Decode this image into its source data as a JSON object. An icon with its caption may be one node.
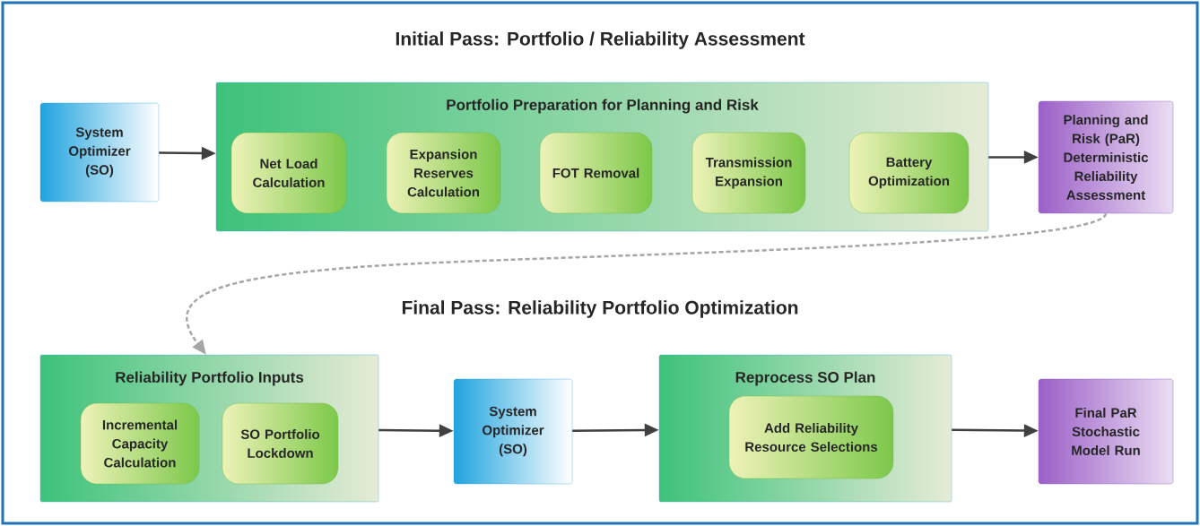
{
  "diagram": {
    "title": "Initial Pass: Portfolio / Reliability Assessment",
    "nodes": [
      {
        "text": [
          "System Optimizer (SO)"
        ]
      },
      {
        "text": [
          "Portfolio Preparation for Planning and Risk"
        ]
      },
      {
        "text": [
          "Net Load Calculation"
        ],
        "in": 1
      },
      {
        "text": [
          "Expansion Reserves Calculation"
        ],
        "in": 1
      },
      {
        "text": [
          "FOT Removal"
        ],
        "in": 1
      },
      {
        "text": [
          "Transmission Expansion"
        ],
        "in": 1
      },
      {
        "text": [
          "Battery Optimization"
        ],
        "in": 1
      },
      {
        "text": [
          "Planning and Risk (PaR) Deterministic Reliability Assessment"
        ]
      },
      {
        "text": [
          "Reliability Portfolio Inputs"
        ]
      },
      {
        "text": [
          "Incremental Capacity Calculation"
        ],
        "in": 8
      },
      {
        "text": [
          "SO Portfolio Lockdown"
        ],
        "in": 8
      },
      {
        "text": [
          "System Optimizer (SO)"
        ]
      },
      {
        "text": [
          "Reprocess SO Plan"
        ]
      },
      {
        "text": [
          "Add Reliability Resource Selections"
        ],
        "in": 12
      },
      {
        "text": [
          "Final PaR Stochastic Model Run"
        ]
      }
    ],
    "edges": [
      {
        "from": 0,
        "to": 1,
        "arrow": "to"
      },
      {
        "from": 1,
        "to": 7,
        "arrow": "to"
      },
      {
        "from": 7,
        "to": 8,
        "arrow": "to",
        "style": "dashed",
        "color": "#a6a6a6"
      },
      {
        "from": 8,
        "to": 11,
        "arrow": "to"
      },
      {
        "from": 11,
        "to": 12,
        "arrow": "to"
      },
      {
        "from": 12,
        "to": 14,
        "arrow": "to"
      }
    ],
    "labels": [
      "Final Pass: Reliability Portfolio Optimization"
    ]
  }
}
